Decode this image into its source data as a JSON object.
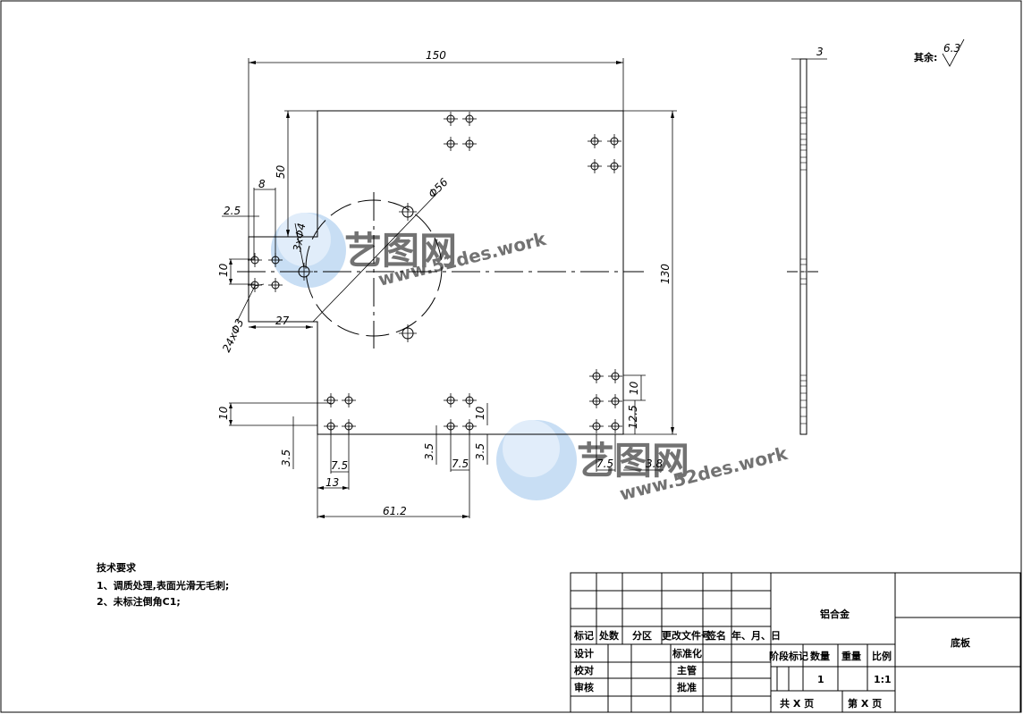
{
  "drawing": {
    "roughness_label": "其余:",
    "roughness_value": "6.3",
    "dimensions": {
      "width_150": "150",
      "height_130": "130",
      "thickness_3": "3",
      "d50": "50",
      "d8": "8",
      "d2_5": "2.5",
      "d10_left": "10",
      "d27": "27",
      "d10_bottom_left": "10",
      "d3_5_a": "3.5",
      "d7_5_a": "7.5",
      "d13": "13",
      "d3_5_b": "3.5",
      "d7_5_b": "7.5",
      "d10_mid": "10",
      "d3_5_c": "3.5",
      "d61_2": "61.2",
      "d10_right": "10",
      "d12_5": "12.5",
      "d7_5_c": "7.5",
      "d3_8": "3.8",
      "phi56": "Φ56",
      "holes_3xphi4": "3xΦ4",
      "holes_24xphi3": "24xΦ3"
    }
  },
  "technical_requirements": {
    "title": "技术要求",
    "items": [
      "1、调质处理,表面光滑无毛刺;",
      "2、未标注倒角C1;"
    ]
  },
  "title_block": {
    "material": "铝合金",
    "part_name": "底板",
    "header_row": [
      "标记",
      "处数",
      "分区",
      "更改文件号",
      "签名",
      "年、月、日"
    ],
    "design": "设计",
    "standardization": "标准化",
    "check": "校对",
    "supervisor": "主管",
    "review": "审核",
    "approve": "批准",
    "stage_mark": "阶段标记",
    "quantity": "数量",
    "weight": "重量",
    "scale": "比例",
    "quantity_value": "1",
    "scale_value": "1:1",
    "total_sheets": "共 X 页",
    "sheet_no": "第 X 页"
  },
  "watermark": {
    "cn": "艺图网",
    "url": "www.52des.work"
  }
}
